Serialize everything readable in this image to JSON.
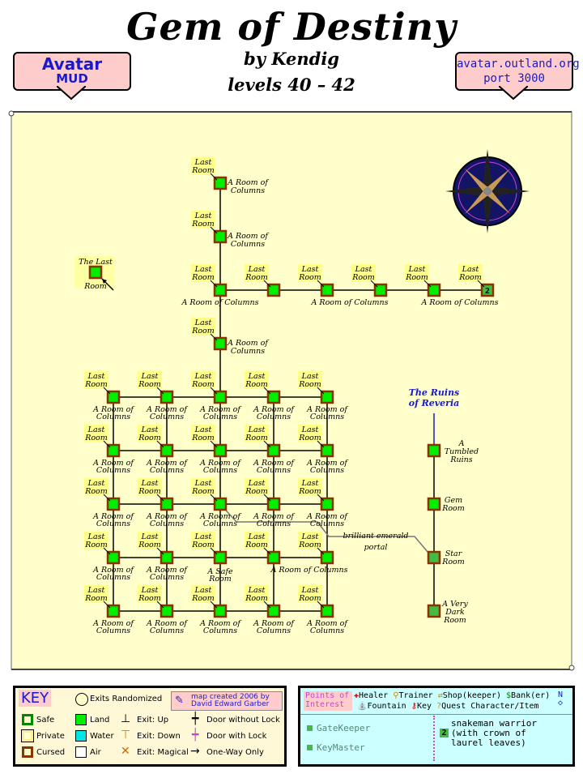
{
  "header": {
    "title": "Gem of Destiny",
    "author": "by Kendig",
    "levels": "levels 40 – 42",
    "badge_left_line1": "Avatar",
    "badge_left_line2": "MUD",
    "badge_right_line1": "avatar.outland.org",
    "badge_right_line2": "port 3000"
  },
  "map": {
    "rooms": [
      {
        "id": "r1",
        "label": "A Room of Columns",
        "last": "Last Room"
      },
      {
        "id": "r2",
        "label": "A Room of Columns",
        "last": "Last Room"
      },
      {
        "id": "r3",
        "label": "A Room of Columns",
        "last": "Last Room"
      },
      {
        "id": "r4",
        "label": "A Room of Columns",
        "last": "Last Room"
      },
      {
        "id": "r5",
        "label": "A Room of Columns",
        "last": "Last Room"
      }
    ],
    "top_row_label": "A Room of Columns",
    "last_room": "Last Room",
    "room_of_columns": "A Room of Columns",
    "the_last_room": "The Last Room",
    "safe_room": "A Safe Room",
    "portal_label": "brilliant emerald portal",
    "ruins_title_1": "The Ruins",
    "ruins_title_2": "of Reveria",
    "east_rooms": [
      "A Tumbled Ruins",
      "Gem Room",
      "Star Room",
      "A Very Dark Room"
    ],
    "poi_marker_gem": "2"
  },
  "key": {
    "title": "KEY",
    "exits_randomized": "Exits Randomized",
    "credit_1": "map created 2006 by",
    "credit_2": "David Edward Garber",
    "rows": [
      [
        "Safe",
        "Land",
        "Exit: Up",
        "Door without Lock"
      ],
      [
        "Private",
        "Water",
        "Exit: Down",
        "Door with Lock"
      ],
      [
        "Cursed",
        "Air",
        "Exit: Magical",
        "One-Way Only"
      ]
    ]
  },
  "poi": {
    "title_1": "Points of",
    "title_2": "Interest",
    "legend_row1": [
      "Healer",
      "Trainer",
      "Shop(keeper)",
      "Bank(er)"
    ],
    "legend_row2": [
      "Fountain",
      "Key",
      "Quest Character/Item"
    ],
    "gatekeeper": "GateKeeper",
    "keymaster": "KeyMaster",
    "item_num": "2",
    "item_text_1": "snakeman warrior",
    "item_text_2": "(with crown of",
    "item_text_3": "laurel leaves)",
    "corner_code": "N"
  },
  "colors": {
    "land": "#00ee00",
    "water": "#00e5e5",
    "air": "#ffffff",
    "safe_border": "#008800",
    "private_border": "#ffee99",
    "cursed_border": "#883300",
    "parchment": "#ffffcc",
    "badge": "#ffcccc",
    "link": "#1a1acc"
  }
}
